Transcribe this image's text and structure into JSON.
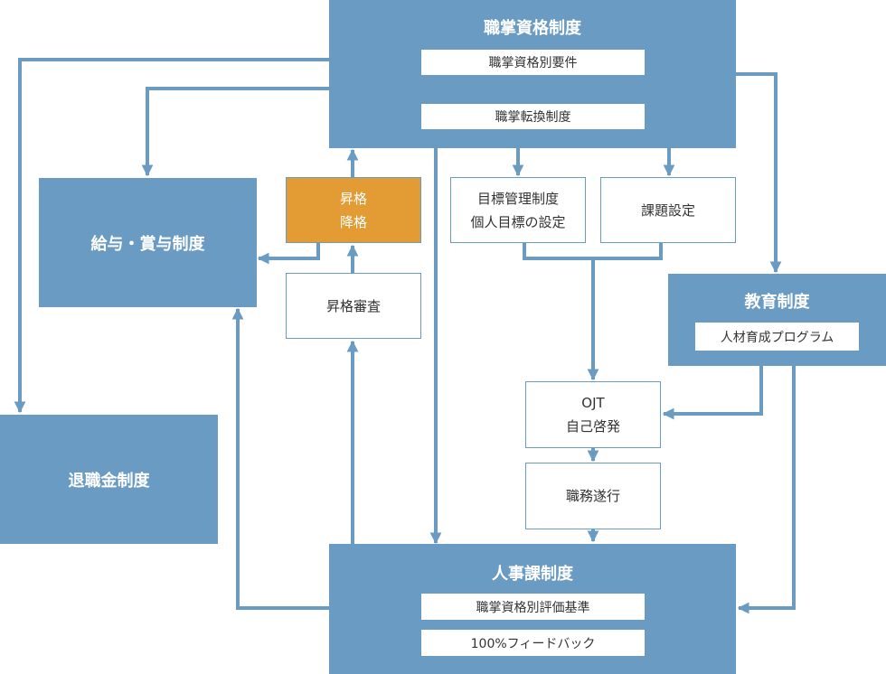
{
  "colors": {
    "block": "#6a9bc3",
    "highlight": "#e39c34",
    "line": "#6a9bc3",
    "text": "#333333"
  },
  "shokusho": {
    "title": "職掌資格制度",
    "item1": "職掌資格別要件",
    "item2": "職掌転換制度"
  },
  "kyuyo": {
    "title": "給与・賞与制度"
  },
  "taishoku": {
    "title": "退職金制度"
  },
  "shokaku": {
    "line1": "昇格",
    "line2": "降格"
  },
  "shinsa": {
    "title": "昇格審査"
  },
  "mokuhyo": {
    "line1": "目標管理制度",
    "line2": "個人目標の設定"
  },
  "kadai": {
    "title": "課題設定"
  },
  "kyoiku": {
    "title": "教育制度",
    "item1": "人材育成プログラム"
  },
  "ojt": {
    "line1": "OJT",
    "line2": "自己啓発"
  },
  "shokumu": {
    "title": "職務遂行"
  },
  "jinji": {
    "title": "人事課制度",
    "item1": "職掌資格別評価基準",
    "item2": "100%フィードバック"
  }
}
